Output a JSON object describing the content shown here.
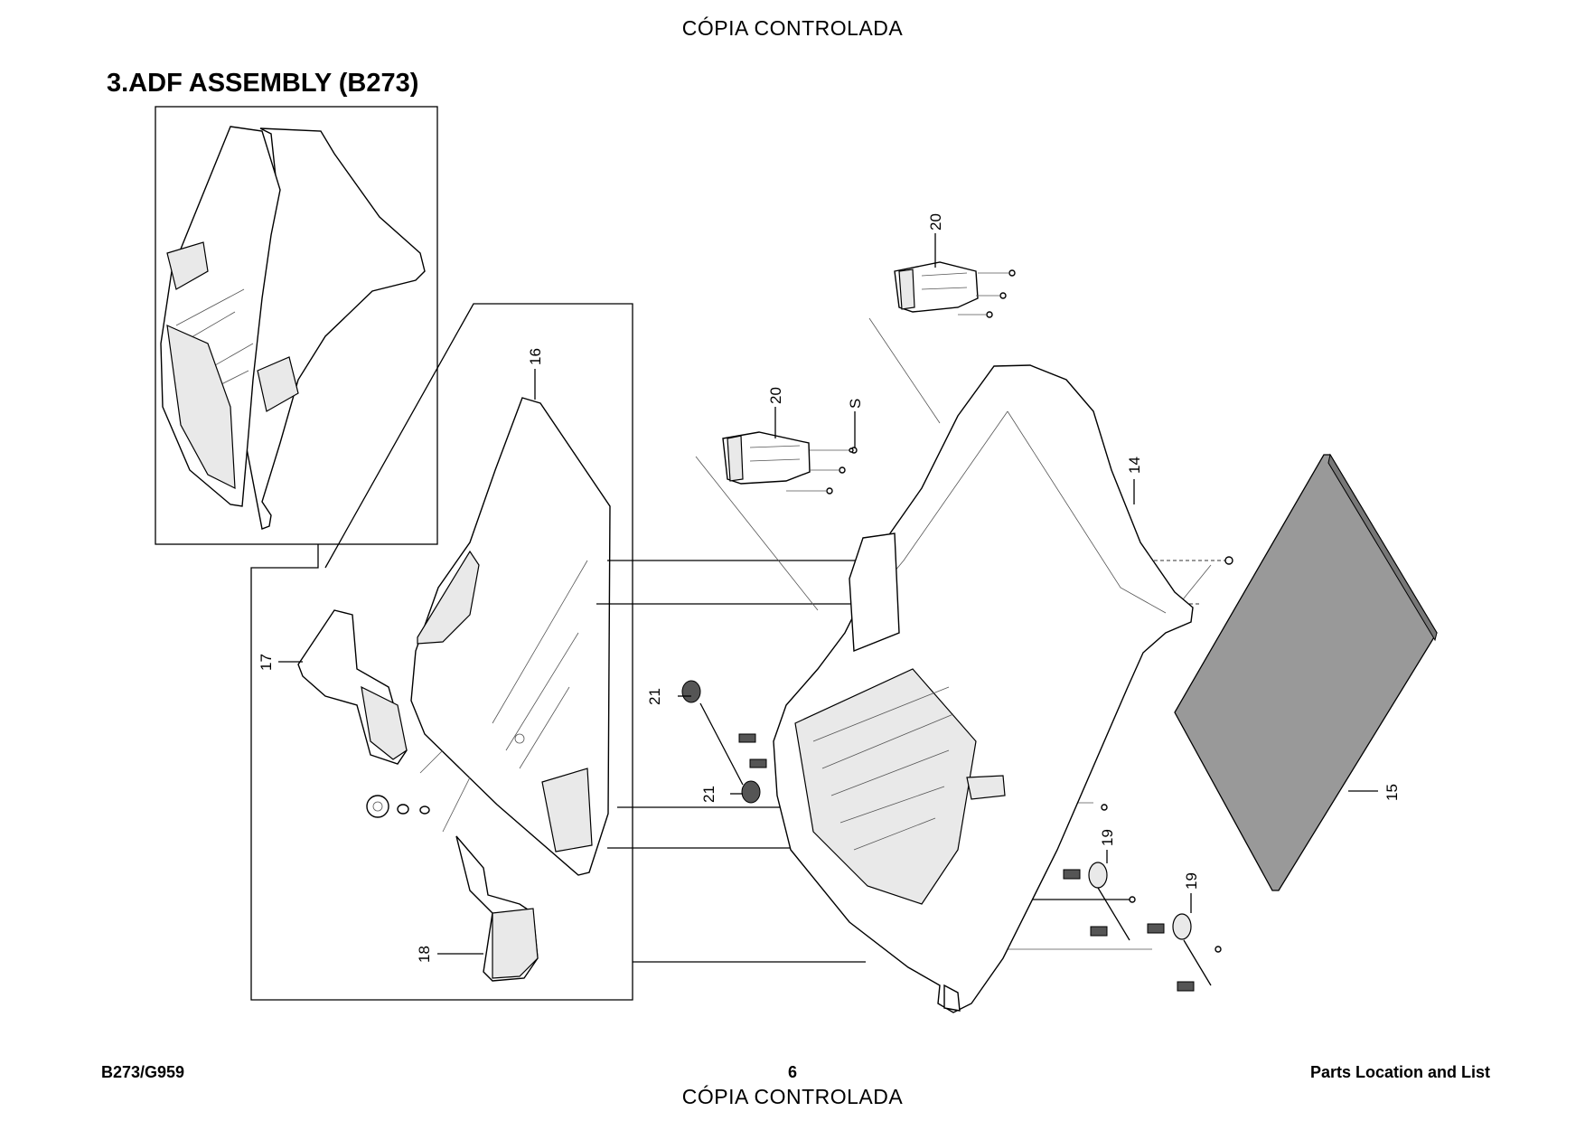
{
  "page": {
    "watermark_top": "CÓPIA CONTROLADA",
    "watermark_bottom": "CÓPIA CONTROLADA",
    "title": "3.ADF ASSEMBLY (B273)",
    "footer": {
      "model": "B273/G959",
      "page_number": "6",
      "section": "Parts Location and List"
    }
  },
  "callouts": {
    "c14": "14",
    "c15": "15",
    "c16": "16",
    "c17": "17",
    "c18": "18",
    "c19a": "19",
    "c19b": "19",
    "c20a": "20",
    "c20b": "20",
    "c21a": "21",
    "c21b": "21",
    "cS": "S"
  }
}
